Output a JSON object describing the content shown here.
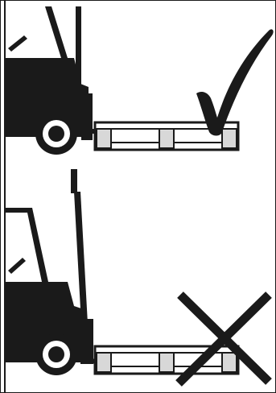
{
  "illustration": {
    "panels": [
      {
        "id": "correct",
        "verdict": "correct",
        "mark": "checkmark-icon",
        "fork_position": "level"
      },
      {
        "id": "incorrect",
        "verdict": "incorrect",
        "mark": "cross-icon",
        "fork_position": "tilted"
      }
    ],
    "colors": {
      "ink": "#1a1a1a",
      "background": "#ffffff",
      "pallet_block": "#d8d8d8"
    }
  }
}
